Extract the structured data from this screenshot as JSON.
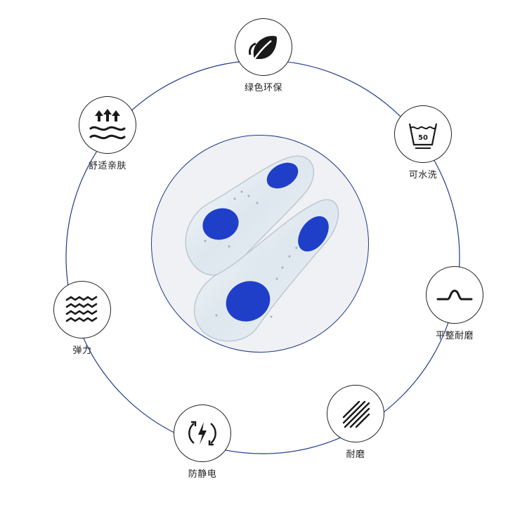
{
  "colors": {
    "ring": "#1e3a8a",
    "icon": "#1a1a1a",
    "gel_pad": "#1f3fc9",
    "insole": "#dfe7ee"
  },
  "features": [
    {
      "id": "eco",
      "label": "绿色环保",
      "icon": "leaf-icon"
    },
    {
      "id": "washable",
      "label": "可水洗",
      "icon": "wash-50-icon",
      "icon_text": "50"
    },
    {
      "id": "wear-flat",
      "label": "平整耐磨",
      "icon": "smooth-curve-icon"
    },
    {
      "id": "wear",
      "label": "耐磨",
      "icon": "diagonal-lines-icon"
    },
    {
      "id": "antistatic",
      "label": "防静电",
      "icon": "antistatic-bolt-icon"
    },
    {
      "id": "elastic",
      "label": "弹力",
      "icon": "waves-icon"
    },
    {
      "id": "comfort",
      "label": "舒适亲肤",
      "icon": "breathable-arrows-icon"
    }
  ]
}
